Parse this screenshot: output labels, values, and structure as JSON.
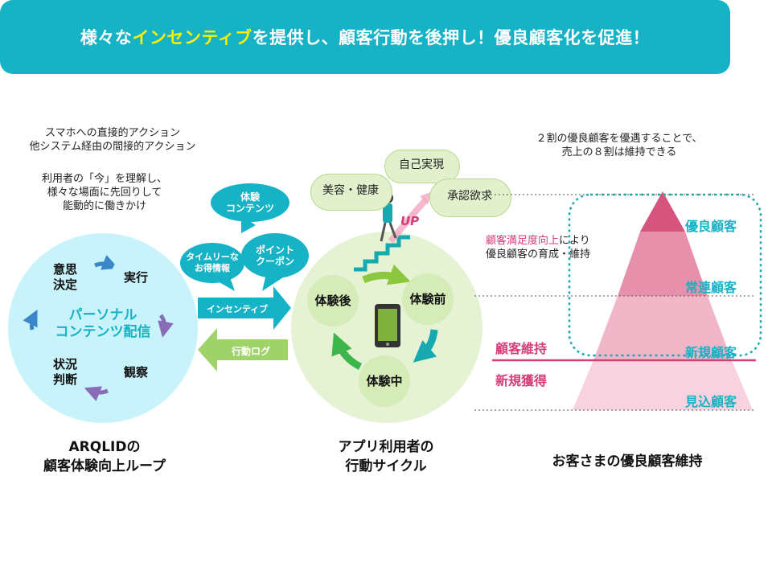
{
  "banner": {
    "before": "様々な",
    "highlight": "インセンティブ",
    "after": "を提供し、顧客行動を後押し！優良顧客化を促進！"
  },
  "left_notes": {
    "line1": "スマホへの直接的アクション",
    "line2": "他システム経由の間接的アクション",
    "line3": "利用者の「今」を理解し、",
    "line4": "様々な場面に先回りして",
    "line5": "能動的に働きかけ"
  },
  "loop": {
    "center_line1": "パーソナル",
    "center_line2": "コンテンツ配信",
    "nodes": {
      "decide_line1": "意思",
      "decide_line2": "決定",
      "execute": "実行",
      "observe": "観察",
      "judge_line1": "状況",
      "judge_line2": "判断"
    },
    "caption_line1": "ARQLIDの",
    "caption_line2": "顧客体験向上ループ"
  },
  "bubbles": {
    "content_line1": "体験",
    "content_line2": "コンテンツ",
    "timely_line1": "タイムリーな",
    "timely_line2": "お得情報",
    "point_line1": "ポイント",
    "point_line2": "クーポン"
  },
  "arrows": {
    "incentive": "インセンティブ",
    "action_log": "行動ログ"
  },
  "cycle": {
    "before": "体験前",
    "during": "体験中",
    "after": "体験後",
    "up": "UP",
    "caption_line1": "アプリ利用者の",
    "caption_line2": "行動サイクル"
  },
  "clouds": {
    "self": "自己実現",
    "beauty": "美容・健康",
    "approval": "承認欲求"
  },
  "right_notes": {
    "line1": "２割の優良顧客を優遇することで、",
    "line2": "売上の８割は維持できる",
    "sat_highlight": "顧客満足度向上",
    "sat_rest": "により",
    "sat_line2": "優良顧客の育成・維持"
  },
  "pyramid": {
    "tier1": "優良顧客",
    "tier2": "常連顧客",
    "tier3": "新規顧客",
    "tier4": "見込顧客",
    "retain": "顧客維持",
    "acquire": "新規獲得",
    "caption": "お客さまの優良顧客維持"
  },
  "colors": {
    "teal": "#16b3c6",
    "highlight_yellow": "#fff000",
    "loop_bg": "#c8f3fb",
    "cycle_bg": "#e6f2d4",
    "cycle_node": "#d5ebb8",
    "pink_accent": "#d63c77",
    "arrow_green": "#8dc63f"
  }
}
